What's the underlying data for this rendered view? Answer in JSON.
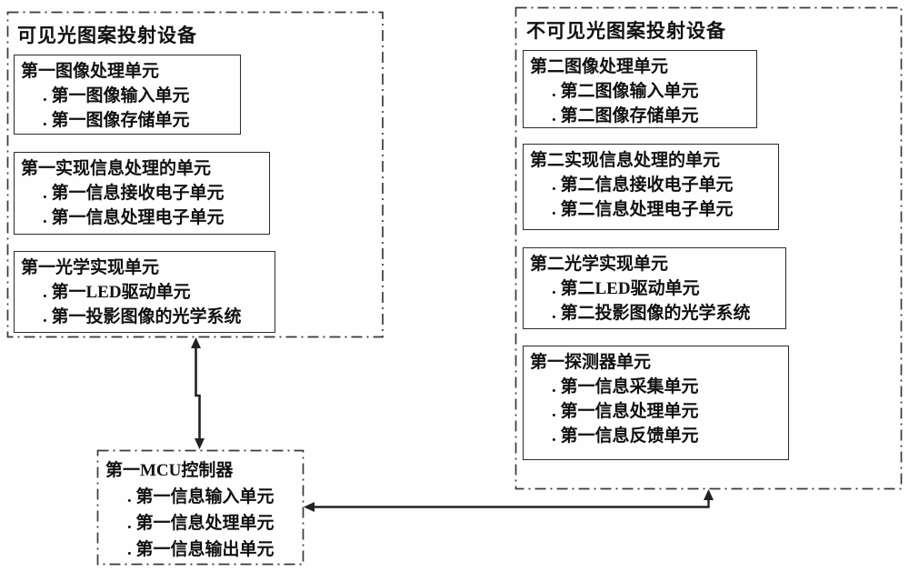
{
  "left_device": {
    "title": "可见光图案投射设备",
    "units": [
      {
        "heading": "第一图像处理单元",
        "items": [
          ". 第一图像输入单元",
          ". 第一图像存储单元"
        ]
      },
      {
        "heading": "第一实现信息处理的单元",
        "items": [
          ". 第一信息接收电子单元",
          ". 第一信息处理电子单元"
        ]
      },
      {
        "heading": "第一光学实现单元",
        "items": [
          ". 第一LED驱动单元",
          ". 第一投影图像的光学系统"
        ]
      }
    ]
  },
  "right_device": {
    "title": "不可见光图案投射设备",
    "units": [
      {
        "heading": "第二图像处理单元",
        "items": [
          ". 第二图像输入单元",
          ". 第二图像存储单元"
        ]
      },
      {
        "heading": "第二实现信息处理的单元",
        "items": [
          ". 第二信息接收电子单元",
          ". 第二信息处理电子单元"
        ]
      },
      {
        "heading": "第二光学实现单元",
        "items": [
          ". 第二LED驱动单元",
          ". 第二投影图像的光学系统"
        ]
      },
      {
        "heading": "第一探测器单元",
        "items": [
          ". 第一信息采集单元",
          ". 第一信息处理单元",
          ". 第一信息反馈单元"
        ]
      }
    ]
  },
  "mcu": {
    "heading": "第一MCU控制器",
    "items": [
      ". 第一信息输入单元",
      ". 第一信息处理单元",
      ". 第一信息输出单元"
    ]
  },
  "colors": {
    "line": "#2b2b2b",
    "text": "#111111",
    "background": "#fefefe"
  }
}
